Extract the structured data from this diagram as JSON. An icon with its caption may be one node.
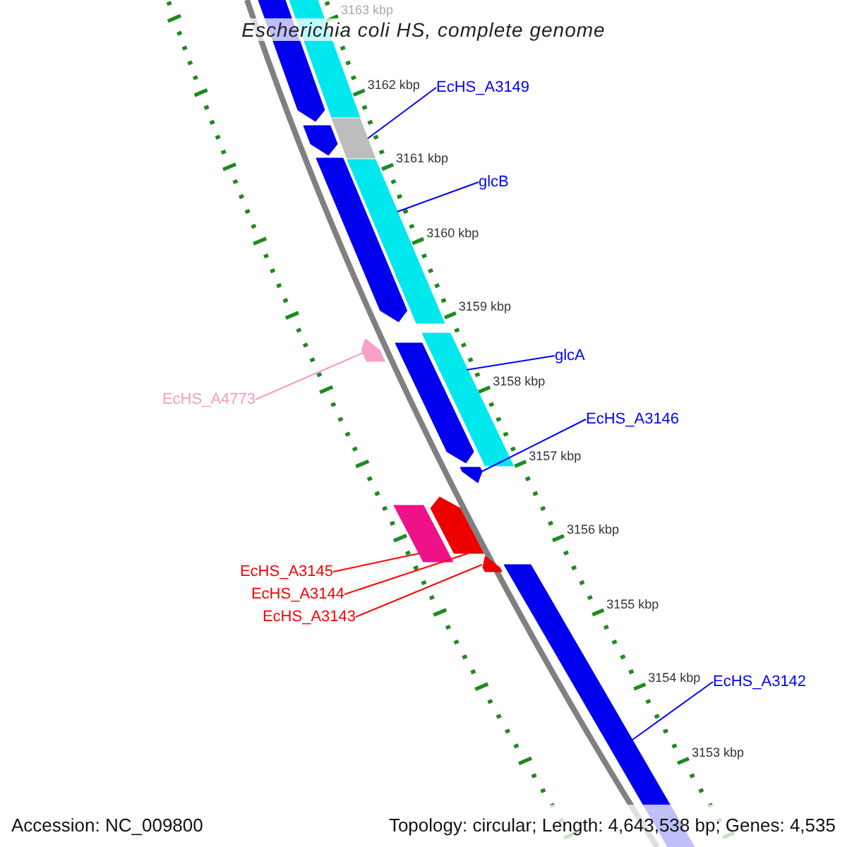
{
  "diagram": {
    "title": "Escherichia coli HS, complete genome",
    "nodes": [
      {
        "text": [
          "EcHS_A3149"
        ]
      },
      {
        "text": [],
        "shape": "bar"
      },
      {
        "text": [
          "glcB"
        ]
      },
      {
        "text": [],
        "shape": "bar"
      },
      {
        "text": [
          "glcA"
        ]
      },
      {
        "text": [],
        "shape": "bar"
      },
      {
        "text": [
          "EcHS_A3146"
        ]
      },
      {
        "text": [],
        "shape": "bar"
      },
      {
        "text": [
          "EcHS_A4773"
        ]
      },
      {
        "text": [],
        "shape": "bar"
      },
      {
        "text": [
          "EcHS_A3145"
        ]
      },
      {
        "text": [],
        "shape": "bar"
      },
      {
        "text": [
          "EcHS_A3144"
        ]
      },
      {
        "text": [],
        "shape": "bar"
      },
      {
        "text": [
          "EcHS_A3143"
        ]
      },
      {
        "text": [],
        "shape": "bar"
      },
      {
        "text": [
          "EcHS_A3142"
        ]
      },
      {
        "text": [],
        "shape": "bar"
      },
      {
        "text": [],
        "shape": "bar"
      },
      {
        "text": [],
        "shape": "bar"
      },
      {
        "text": [],
        "shape": "bar"
      },
      {
        "text": [],
        "shape": "bar"
      },
      {
        "text": [],
        "shape": "bar"
      }
    ],
    "edges": [
      {
        "from": 0,
        "to": 1,
        "arrow": "none"
      },
      {
        "from": 2,
        "to": 3,
        "arrow": "none"
      },
      {
        "from": 4,
        "to": 5,
        "arrow": "none"
      },
      {
        "from": 6,
        "to": 7,
        "arrow": "none"
      },
      {
        "from": 8,
        "to": 9,
        "arrow": "none",
        "color": "#f49ac1"
      },
      {
        "from": 10,
        "to": 11,
        "arrow": "none",
        "color": "#ff0000"
      },
      {
        "from": 12,
        "to": 13,
        "arrow": "none",
        "color": "#ff0000"
      },
      {
        "from": 14,
        "to": 15,
        "arrow": "none",
        "color": "#ff0000"
      },
      {
        "from": 16,
        "to": 17,
        "arrow": "none"
      }
    ],
    "labels": [
      "3163 kbp",
      "3162 kbp",
      "3161 kbp",
      "3160 kbp",
      "3159 kbp",
      "3158 kbp",
      "3157 kbp",
      "3156 kbp",
      "3155 kbp",
      "3154 kbp",
      "3153 kbp",
      "Accession: NC_009800",
      "Topology: circular; Length: 4,643,538 bp; Genes: 4,535"
    ]
  }
}
